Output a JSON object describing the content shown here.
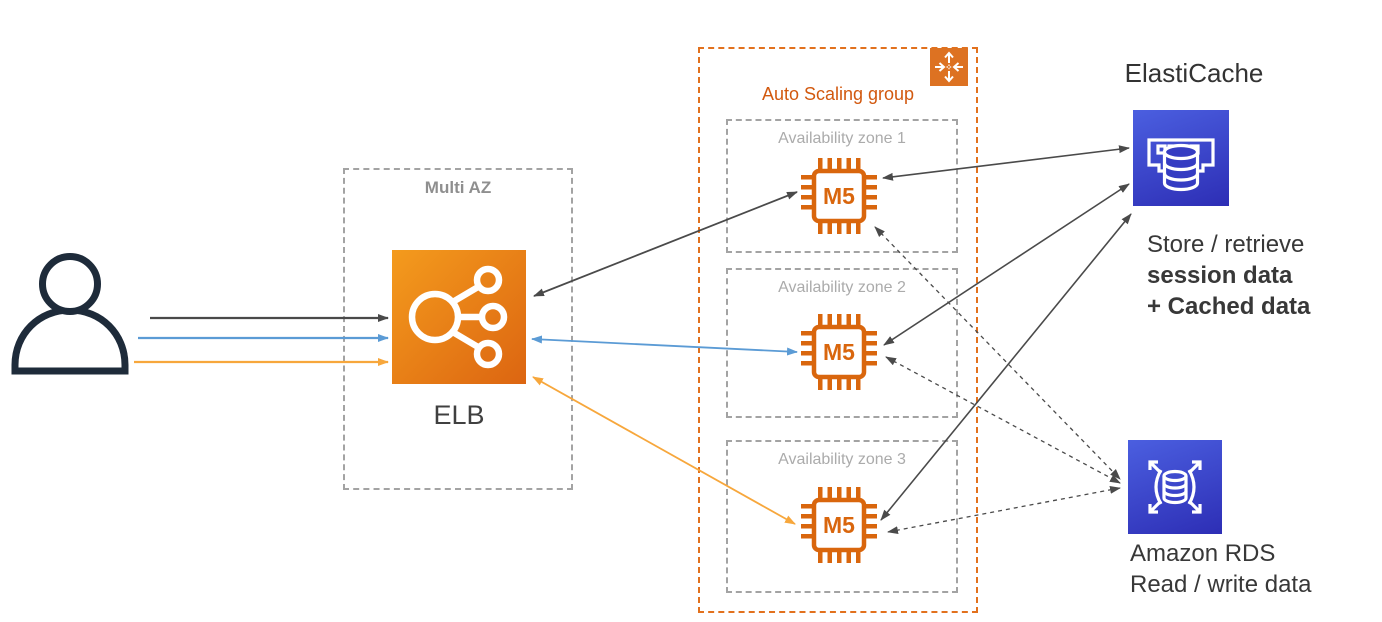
{
  "user": {
    "name": "User"
  },
  "elb": {
    "group_label": "Multi AZ",
    "label": "ELB"
  },
  "autoscaling": {
    "label": "Auto Scaling group",
    "zones": [
      {
        "label": "Availability zone 1",
        "instance_type": "M5"
      },
      {
        "label": "Availability zone 2",
        "instance_type": "M5"
      },
      {
        "label": "Availability zone 3",
        "instance_type": "M5"
      }
    ]
  },
  "elasticache": {
    "title": "ElastiCache",
    "caption_lines": [
      {
        "text": "Store / retrieve",
        "bold": false
      },
      {
        "text": "session data",
        "bold": true
      },
      {
        "text": "+ Cached data",
        "bold": true
      }
    ]
  },
  "rds": {
    "caption_lines": [
      {
        "text": "Amazon RDS",
        "bold": false
      },
      {
        "text": "Read / write data",
        "bold": false
      }
    ]
  },
  "colors": {
    "aws_orange": "#DC6511",
    "aws_orange_light": "#F49B1D",
    "chip_orange": "#D9660D",
    "aws_blue_dark": "#2D2EB5",
    "aws_blue_light": "#4B5FE0",
    "arrow_dark": "#4A4A4A",
    "arrow_blue": "#5B9BD5",
    "arrow_orange": "#F7A73C",
    "box_gray": "#A3A3A3",
    "user_dark": "#1E2B3A"
  }
}
